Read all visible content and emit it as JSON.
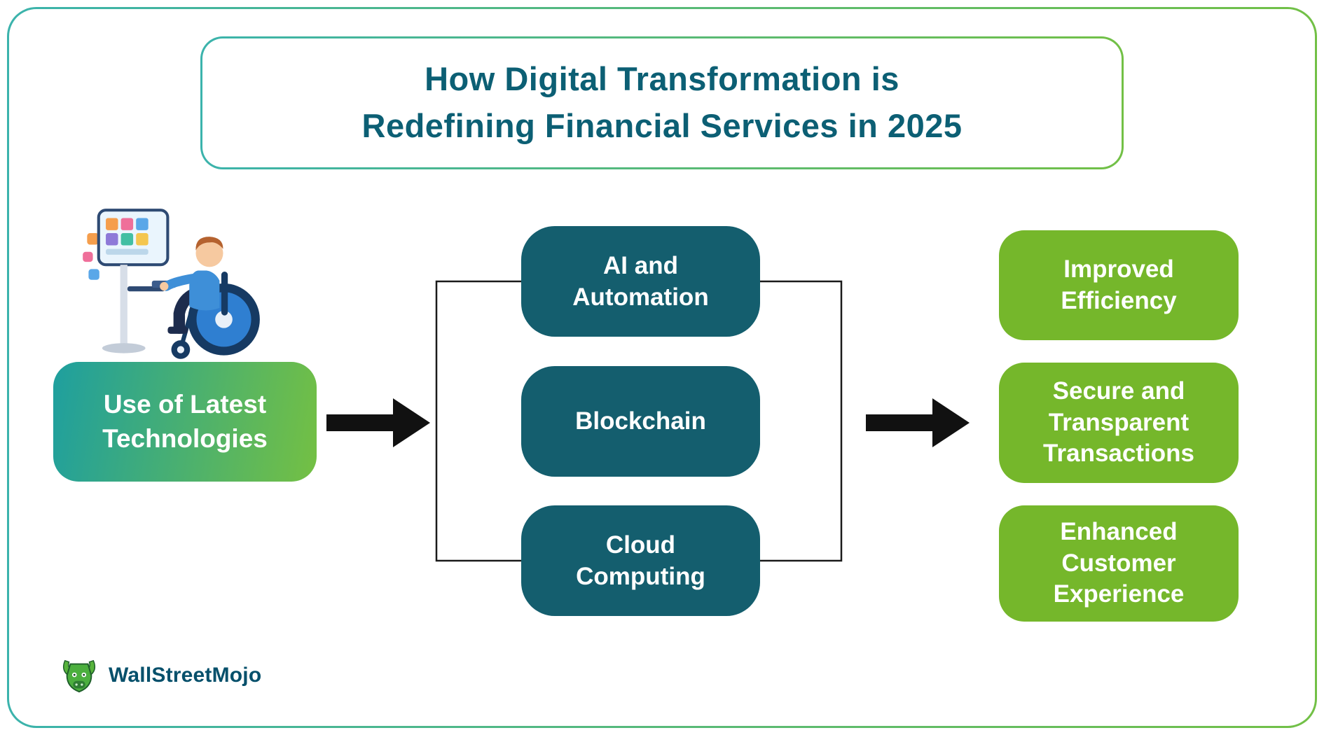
{
  "title": {
    "lines": [
      "How Digital Transformation is",
      "Redefining Financial Services in 2025"
    ]
  },
  "flow": {
    "input": {
      "label": "Use of Latest Technologies"
    },
    "technologies": [
      {
        "label": "AI and Automation"
      },
      {
        "label": "Blockchain"
      },
      {
        "label": "Cloud Computing"
      }
    ],
    "outcomes": [
      {
        "label": "Improved Efficiency"
      },
      {
        "label": "Secure and Transparent Transactions"
      },
      {
        "label": "Enhanced Customer Experience"
      }
    ]
  },
  "brand": {
    "name": "WallStreetMojo"
  },
  "colors": {
    "title_text": "#0c5f74",
    "tech_box": "#145e6e",
    "outcome_box": "#75b72b",
    "input_gradient_start": "#1e9f9f",
    "input_gradient_end": "#74c043",
    "frame_gradient_start": "#3bb3ac",
    "frame_gradient_end": "#72c046",
    "arrow": "#111111"
  }
}
